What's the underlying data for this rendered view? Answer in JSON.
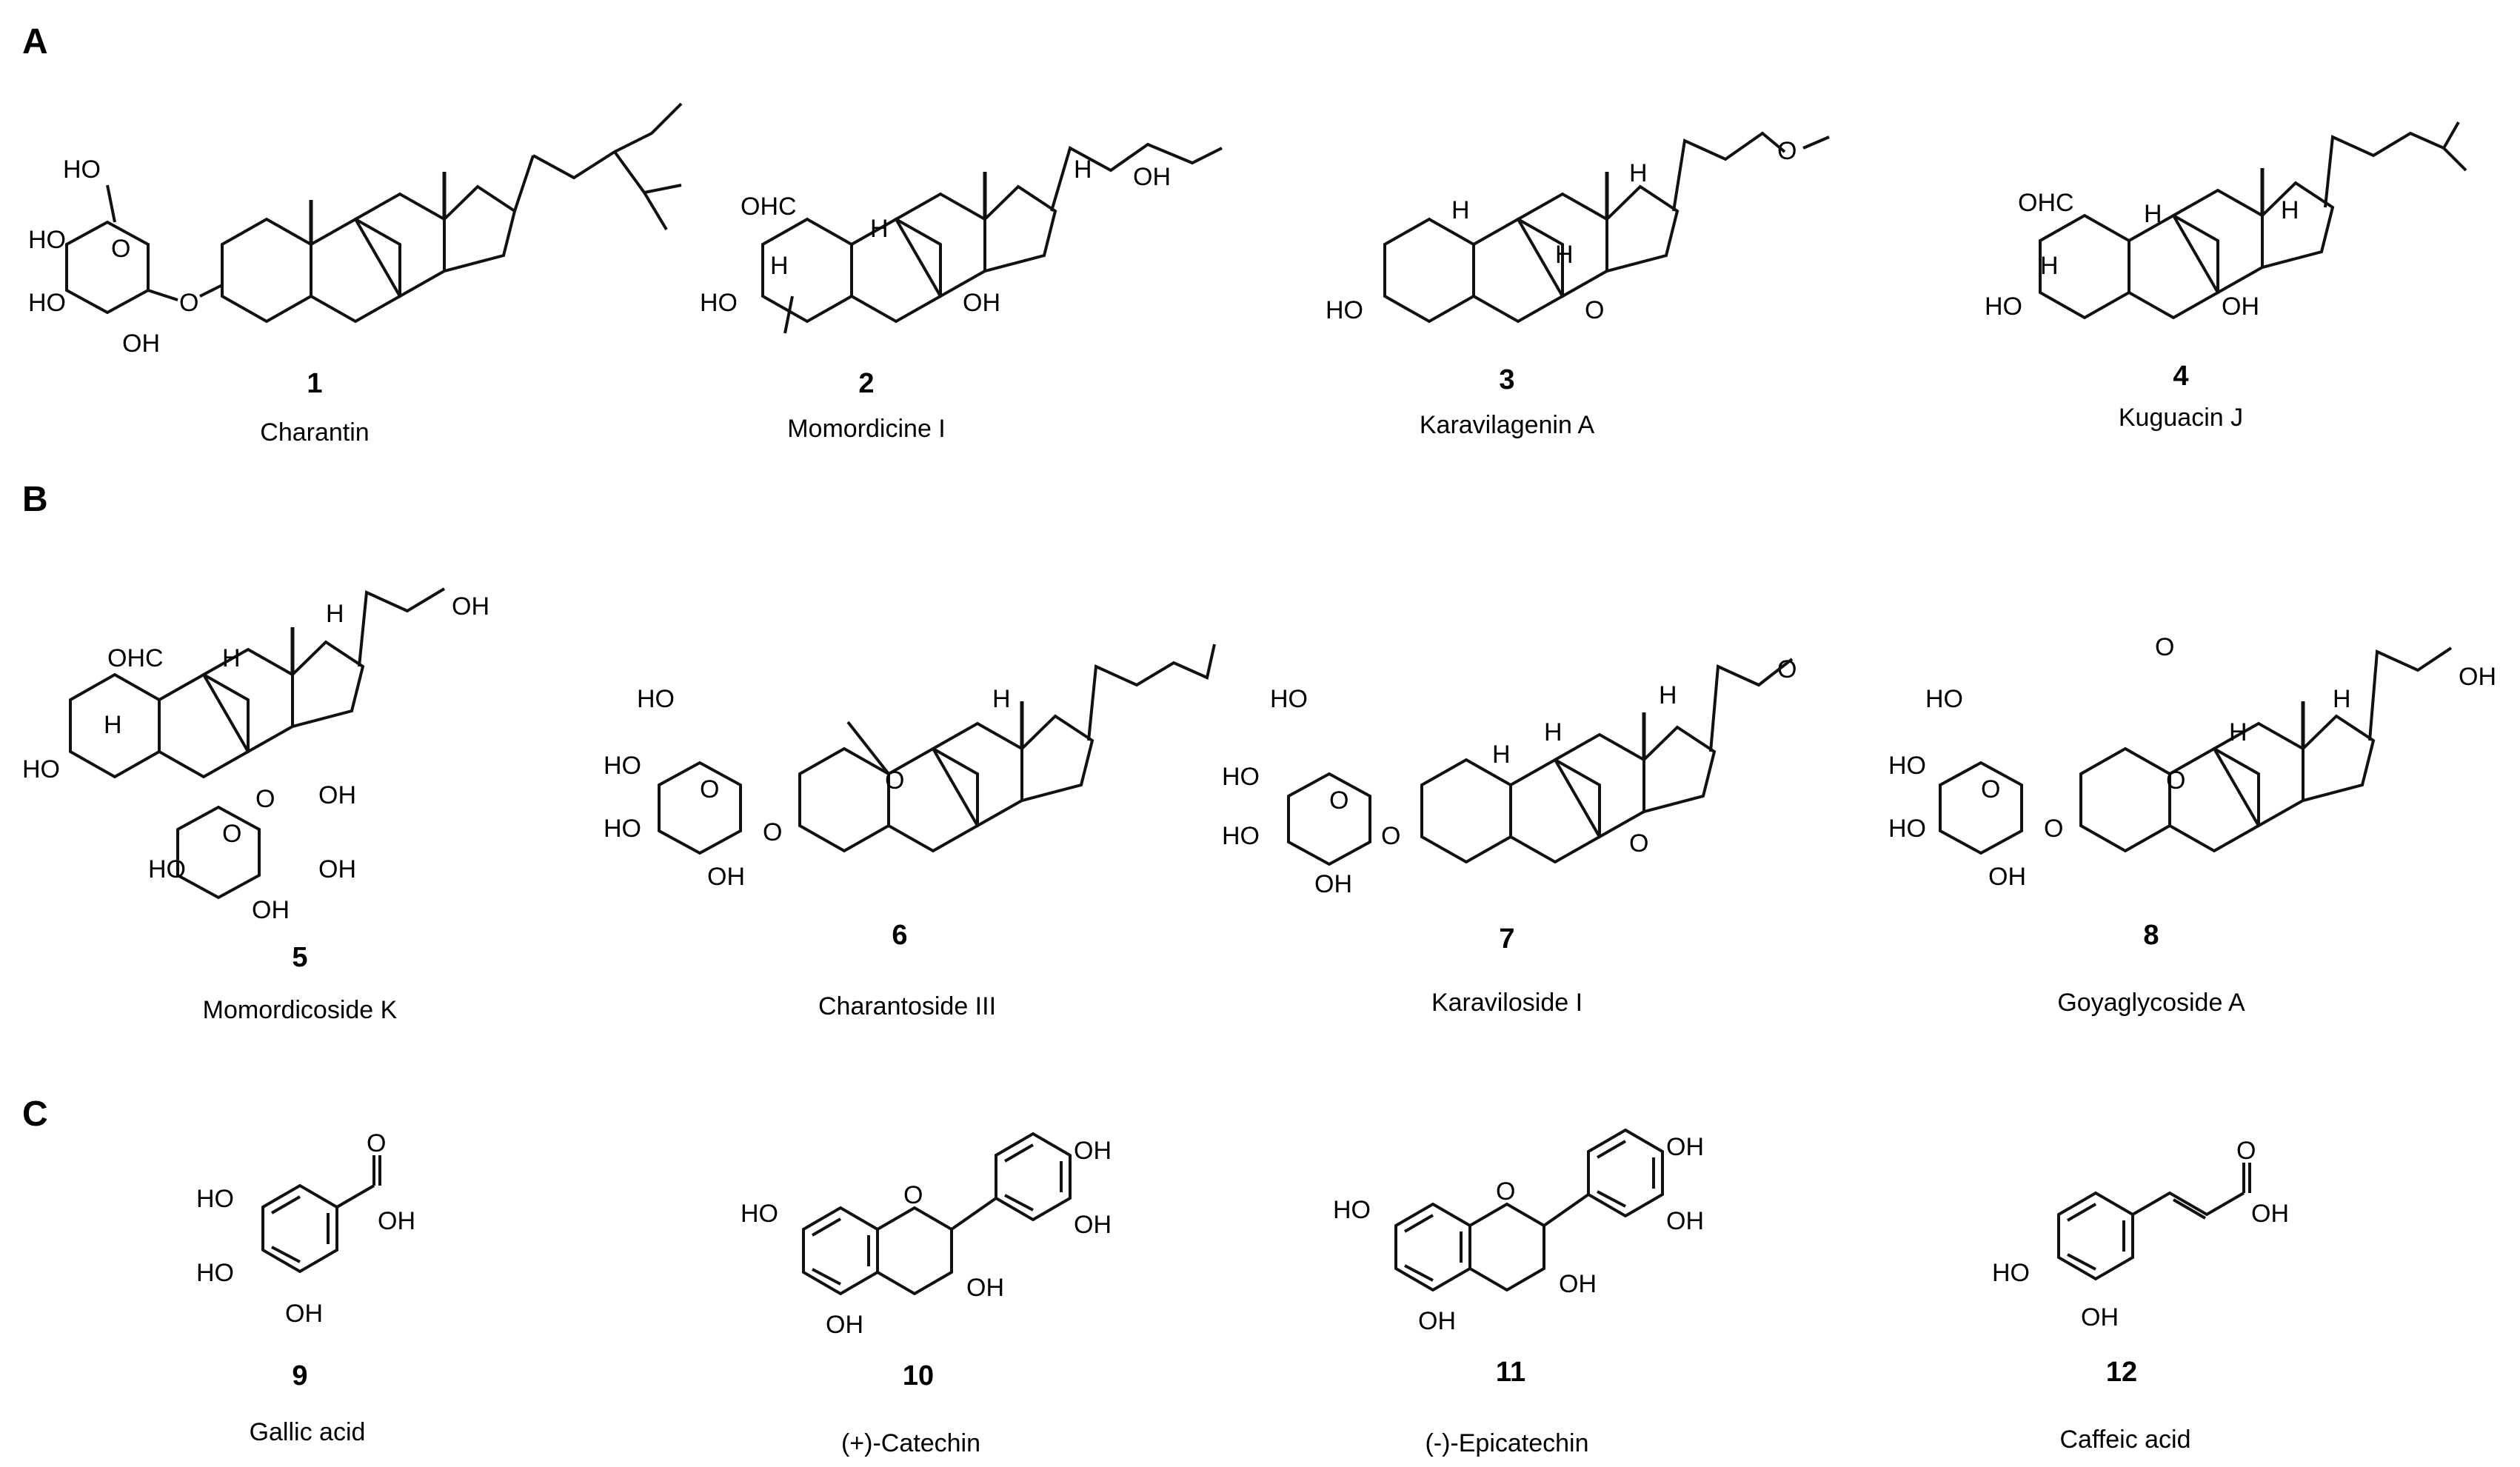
{
  "panels": [
    {
      "label": "A",
      "compounds": [
        {
          "number": "1",
          "name": "Charantin"
        },
        {
          "number": "2",
          "name": "Momordicine I"
        },
        {
          "number": "3",
          "name": "Karavilagenin A"
        },
        {
          "number": "4",
          "name": "Kuguacin J"
        }
      ]
    },
    {
      "label": "B",
      "compounds": [
        {
          "number": "5",
          "name": "Momordicoside K"
        },
        {
          "number": "6",
          "name": "Charantoside III"
        },
        {
          "number": "7",
          "name": "Karaviloside I"
        },
        {
          "number": "8",
          "name": "Goyaglycoside A"
        }
      ]
    },
    {
      "label": "C",
      "compounds": [
        {
          "number": "9",
          "name": "Gallic acid"
        },
        {
          "number": "10",
          "name": "(+)-Catechin"
        },
        {
          "number": "11",
          "name": "(-)-Epicatechin"
        },
        {
          "number": "12",
          "name": "Caffeic acid"
        }
      ]
    }
  ],
  "atom_labels": {
    "ho": "HO",
    "oh": "OH",
    "o": "O",
    "h": "H",
    "ohc": "OHC"
  }
}
